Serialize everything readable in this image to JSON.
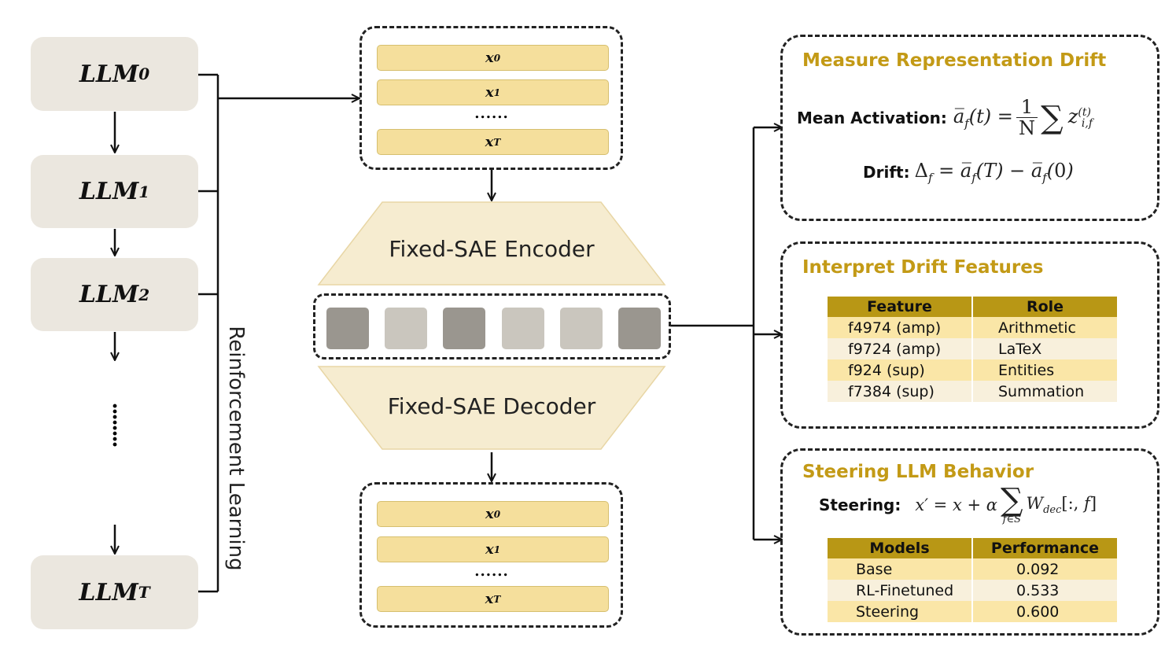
{
  "left": {
    "models": [
      {
        "name": "LLM",
        "sub": "0"
      },
      {
        "name": "LLM",
        "sub": "1"
      },
      {
        "name": "LLM",
        "sub": "2"
      },
      {
        "name": "LLM",
        "sub": "T"
      }
    ],
    "rl_label": "Reinforcement Learning"
  },
  "center": {
    "input_tokens": [
      {
        "name": "x",
        "sub": "0"
      },
      {
        "name": "x",
        "sub": "1"
      },
      {
        "name": "x",
        "sub": "T"
      }
    ],
    "ellipsis": "......",
    "encoder_label": "Fixed-SAE Encoder",
    "decoder_label": "Fixed-SAE Decoder",
    "feature_colors": [
      "#9a968f",
      "#cac6be",
      "#9a968f",
      "#cac6be",
      "#cac6be",
      "#9a968f"
    ],
    "output_tokens": [
      {
        "name": "x",
        "sub": "0"
      },
      {
        "name": "x",
        "sub": "1"
      },
      {
        "name": "x",
        "sub": "T"
      }
    ]
  },
  "panels": {
    "measure": {
      "title": "Measure Representation Drift",
      "mean_activation_label": "Mean Activation:",
      "drift_label": "Drift:"
    },
    "interpret": {
      "title": "Interpret Drift Features",
      "headers": [
        "Feature",
        "Role"
      ],
      "rows": [
        [
          "f4974 (amp)",
          "Arithmetic"
        ],
        [
          "f9724 (amp)",
          "LaTeX"
        ],
        [
          "f924 (sup)",
          "Entities"
        ],
        [
          "f7384 (sup)",
          "Summation"
        ]
      ]
    },
    "steering": {
      "title": "Steering LLM Behavior",
      "steering_label": "Steering:",
      "headers": [
        "Models",
        "Performance"
      ],
      "rows": [
        [
          "Base",
          "0.092"
        ],
        [
          "RL-Finetuned",
          "0.533"
        ],
        [
          "Steering",
          "0.600"
        ]
      ]
    }
  },
  "colors": {
    "accent_title": "#c39a16",
    "table_header": "#b89715",
    "token_fill": "#f5df9c",
    "trapezoid_fill": "#f6ecd0",
    "llm_box": "#ebe7df"
  }
}
